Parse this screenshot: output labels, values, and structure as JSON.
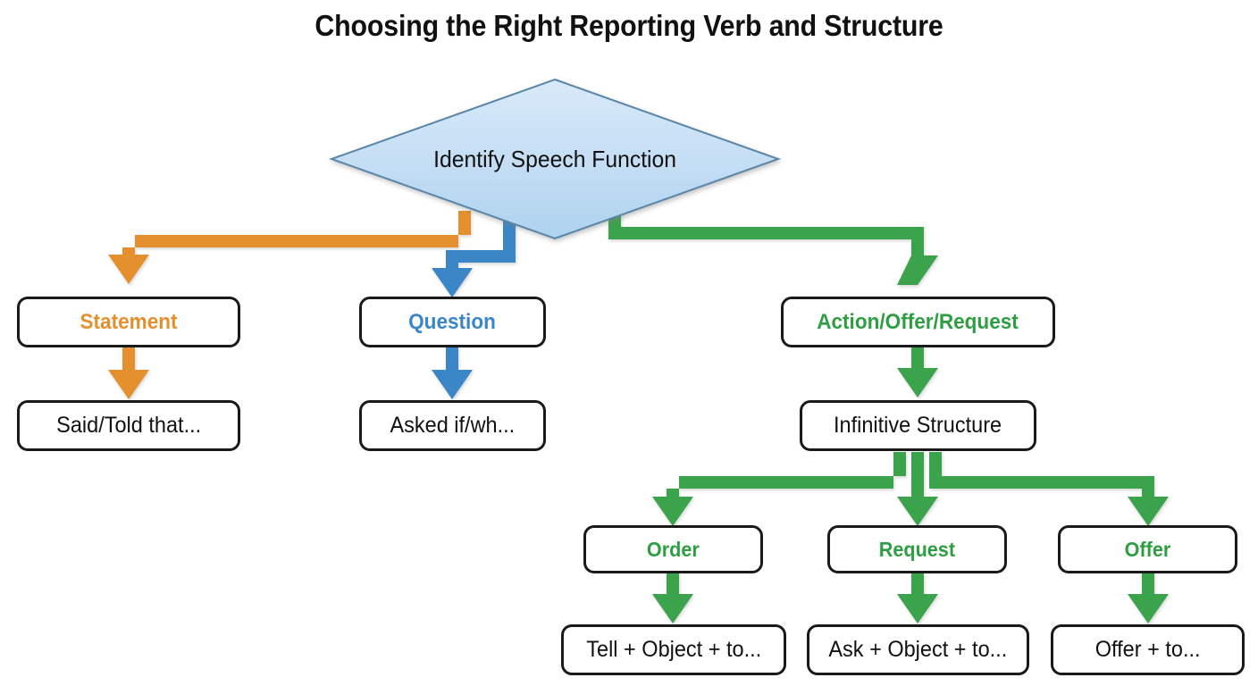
{
  "title": "Choosing the Right Reporting Verb and Structure",
  "colors": {
    "orange": "#E5902F",
    "blue": "#3B86C6",
    "green": "#3BA34B",
    "node_border": "#1a1a1a",
    "node_fill": "#ffffff",
    "diamond_fill_top": "#cfe4f7",
    "diamond_fill_bottom": "#b5d6f0",
    "diamond_border": "#5a86a8",
    "text_dark": "#111111"
  },
  "decision": {
    "label": "Identify Speech Function",
    "shape": "diamond"
  },
  "branches": [
    {
      "id": "statement",
      "color_key": "orange",
      "category": "Statement",
      "result": "Said/Told that..."
    },
    {
      "id": "question",
      "color_key": "blue",
      "category": "Question",
      "result": "Asked if/wh..."
    },
    {
      "id": "action",
      "color_key": "green",
      "category": "Action/Offer/Request",
      "result": "Infinitive Structure"
    }
  ],
  "sub_branches": [
    {
      "id": "order",
      "color_key": "green",
      "category": "Order",
      "result": "Tell + Object + to..."
    },
    {
      "id": "request",
      "color_key": "green",
      "category": "Request",
      "result": "Ask + Object + to..."
    },
    {
      "id": "offer",
      "color_key": "green",
      "category": "Offer",
      "result": "Offer + to..."
    }
  ]
}
